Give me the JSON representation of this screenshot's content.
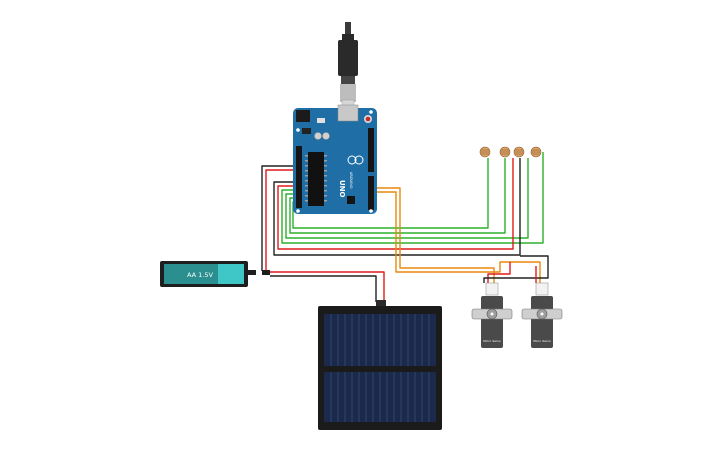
{
  "battery": {
    "label": "AA 1.5V"
  },
  "arduino": {
    "brand": "UNO",
    "subtitle": "ARDUINO"
  },
  "servo": {
    "label": "Micro Servo"
  },
  "colors": {
    "wire_red": "#e01b1b",
    "wire_black": "#222222",
    "wire_green": "#2bb02b",
    "wire_orange": "#e8890c",
    "board": "#1f6fa6",
    "battery_body": "#2b8f8f",
    "solar_panel": "#1b2a4a"
  }
}
